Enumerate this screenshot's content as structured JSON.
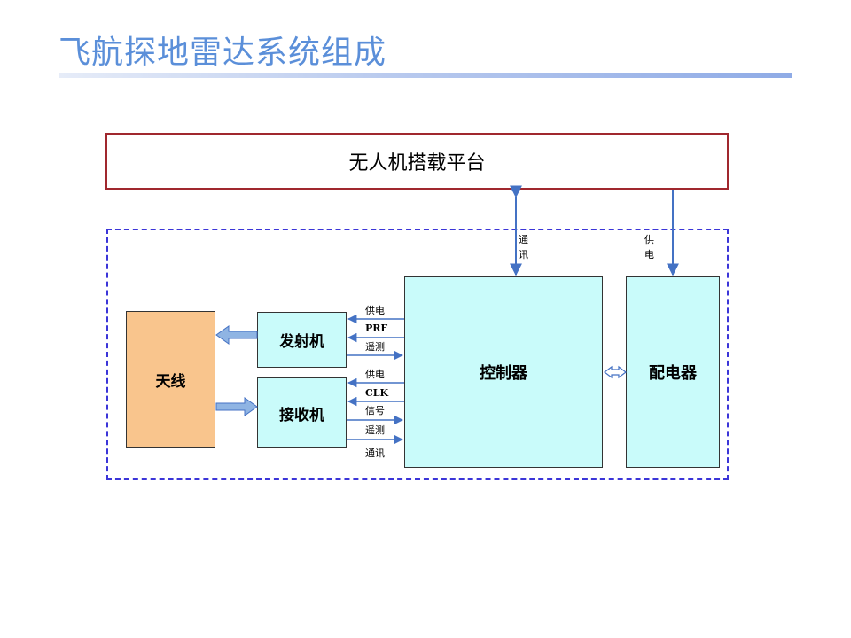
{
  "title": "飞航探地雷达系统组成",
  "colors": {
    "title": "#5b8fd9",
    "arrow": "#4472c4",
    "box_fill": "#c9fbfa",
    "antenna_fill": "#f9c58d",
    "platform_border": "#a0282e",
    "group_border": "#3b35d8"
  },
  "diagram": {
    "platform": "无人机搭载平台",
    "antenna": "天线",
    "transmitter": "发射机",
    "receiver": "接收机",
    "controller": "控制器",
    "power_distributor": "配电器",
    "platform_links": {
      "comm": "通讯",
      "power": "供电"
    },
    "tx_signals": [
      "供电",
      "PRF",
      "遥测"
    ],
    "rx_signals": [
      "供电",
      "CLK",
      "信号",
      "遥测",
      "通讯"
    ]
  }
}
